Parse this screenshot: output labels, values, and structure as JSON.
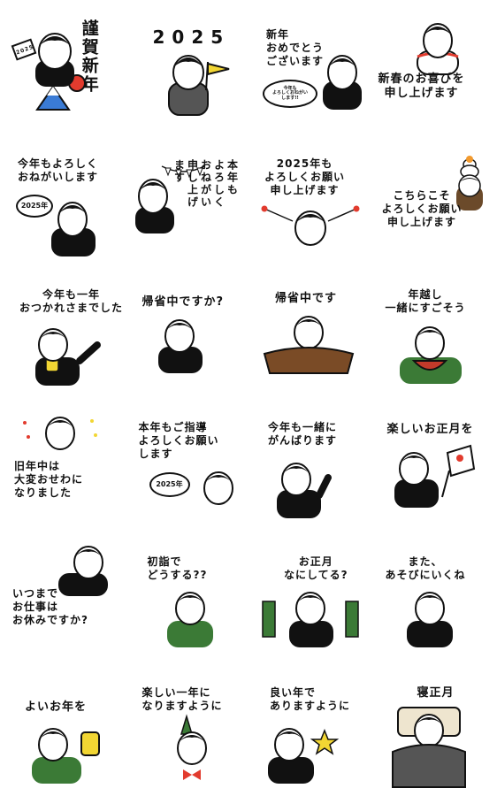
{
  "colors": {
    "ink": "#111111",
    "hair": "#151515",
    "skin": "#ffffff",
    "red": "#e23b2e",
    "green": "#3b7a36",
    "yellow": "#f2d633",
    "gray": "#8a8a8a"
  },
  "stickers": [
    {
      "id": "s1",
      "text": "謹賀新年",
      "tag": "2025"
    },
    {
      "id": "s2",
      "text": "2025"
    },
    {
      "id": "s3",
      "text": "新年\nおめでとう\nございます",
      "bubble": "今年も\nよろしくおねがい\nします!!"
    },
    {
      "id": "s4",
      "text": "新春のお喜びを\n申し上げます"
    },
    {
      "id": "s5",
      "text": "今年もよろしく\nおねがいします",
      "bubble": "2025年"
    },
    {
      "id": "s6",
      "text": "本年も\nよろしく\nおねがい\n申し上げ\nます"
    },
    {
      "id": "s7",
      "text": "2025年も\nよろしくお願い\n申し上げます"
    },
    {
      "id": "s8",
      "text": "こちらこそ\nよろしくお願い\n申し上げます"
    },
    {
      "id": "s9",
      "text": "今年も一年\nおつかれさまでした"
    },
    {
      "id": "s10",
      "text": "帰省中ですか?"
    },
    {
      "id": "s11",
      "text": "帰省中です"
    },
    {
      "id": "s12",
      "text": "年越し\n一緒にすごそう"
    },
    {
      "id": "s13",
      "text": "旧年中は\n大変おせわに\nなりました"
    },
    {
      "id": "s14",
      "text": "本年もご指導\nよろしくお願い\nします",
      "bubble": "2025年"
    },
    {
      "id": "s15",
      "text": "今年も一緒に\nがんばります"
    },
    {
      "id": "s16",
      "text": "楽しいお正月を"
    },
    {
      "id": "s17",
      "text": "いつまで\nお仕事は\nお休みですか?"
    },
    {
      "id": "s18",
      "text": "初詣で\nどうする??"
    },
    {
      "id": "s19",
      "text": "お正月\nなにしてる?"
    },
    {
      "id": "s20",
      "text": "また、\nあそびにいくね"
    },
    {
      "id": "s21",
      "text": "よいお年を"
    },
    {
      "id": "s22",
      "text": "楽しい一年に\nなりますように"
    },
    {
      "id": "s23",
      "text": "良い年で\nありますように"
    },
    {
      "id": "s24",
      "text": "寝正月"
    }
  ]
}
